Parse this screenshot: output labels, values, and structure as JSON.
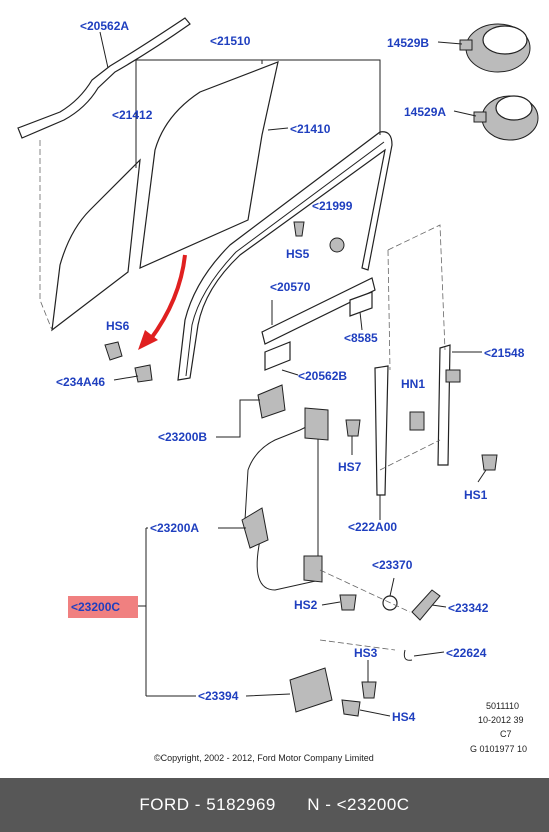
{
  "labels": {
    "l20562a": "<20562A",
    "l21510": "<21510",
    "l14529b": "14529B",
    "l21412": "<21412",
    "l21410": "<21410",
    "l14529a": "14529A",
    "l21999": "<21999",
    "lhs5": "HS5",
    "l20570": "<20570",
    "lhs6": "HS6",
    "l8585": "<8585",
    "l21548": "<21548",
    "l234a46": "<234A46",
    "l20562b": "<20562B",
    "lhn1": "HN1",
    "l23200b": "<23200B",
    "lhs7": "HS7",
    "lhs1": "HS1",
    "l23200a": "<23200A",
    "l222a00": "<222A00",
    "l23370": "<23370",
    "l23200c": "<23200C",
    "lhs2": "HS2",
    "l23342": "<23342",
    "lhs3": "HS3",
    "l22624": "<22624",
    "l23394": "<23394",
    "lhs4": "HS4"
  },
  "notes": {
    "n1": "5011110",
    "n2": "10-2012 39",
    "n3": "C7",
    "n4": "G 0101977 10"
  },
  "copyright": "©Copyright, 2002 - 2012, Ford Motor Company Limited",
  "footer": {
    "brand": "FORD",
    "part_number": "5182969",
    "ref": "N - <23200C"
  },
  "colors": {
    "label": "#1f3fbf",
    "highlight": "#f08080",
    "arrow": "#e02020",
    "footer_bg": "#575757"
  }
}
